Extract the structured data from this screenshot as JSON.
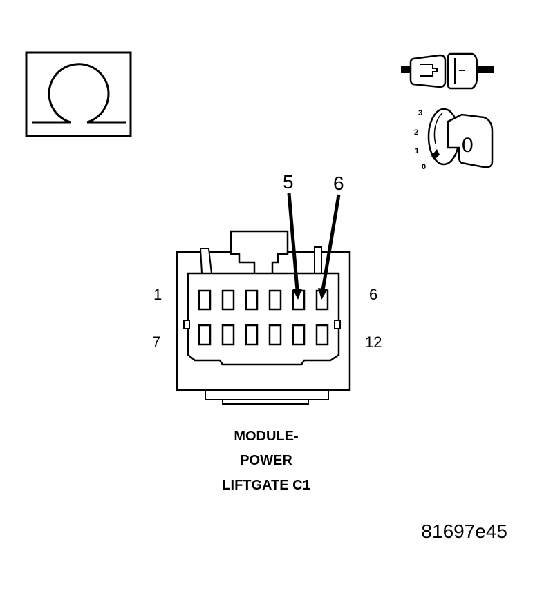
{
  "meter_icon": {
    "symbol": "ohm-icon"
  },
  "ignition": {
    "positions": [
      "3",
      "2",
      "1",
      "0"
    ],
    "key_face": "0"
  },
  "connector": {
    "pin_labels": {
      "top_left": "1",
      "top_right": "6",
      "bottom_left": "7",
      "bottom_right": "12"
    },
    "callouts": [
      "5",
      "6"
    ],
    "title_lines": [
      "MODULE-",
      "POWER",
      "LIFTGATE C1"
    ]
  },
  "figure_code": "81697e45"
}
